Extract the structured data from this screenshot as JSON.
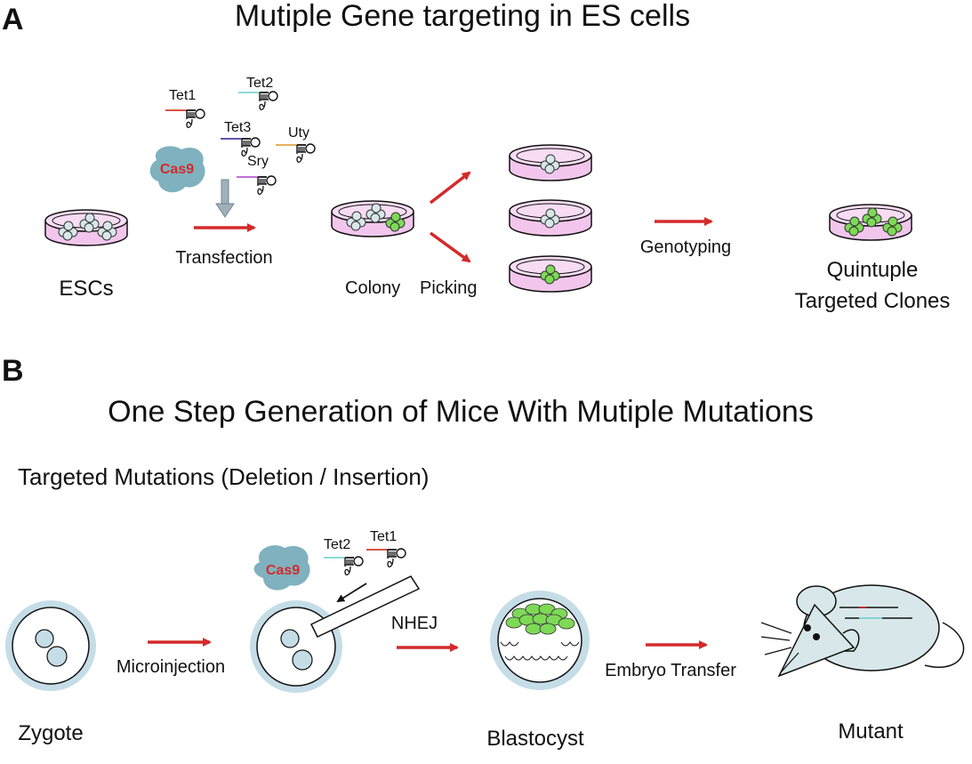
{
  "panelA": {
    "letter": "A",
    "title": "Mutiple Gene targeting in ES cells",
    "guides": [
      "Tet1",
      "Tet2",
      "Tet3",
      "Uty",
      "Sry"
    ],
    "enzyme": "Cas9",
    "labels": {
      "escs": "ESCs",
      "transfection": "Transfection",
      "colony": "Colony",
      "picking": "Picking",
      "genotyping": "Genotyping",
      "result_line1": "Quintuple",
      "result_line2": "Targeted Clones"
    }
  },
  "panelB": {
    "letter": "B",
    "title": "One Step Generation of Mice With Mutiple Mutations",
    "subtitle": "Targeted Mutations (Deletion / Insertion)",
    "guides": [
      "Tet2",
      "Tet1"
    ],
    "enzyme": "Cas9",
    "labels": {
      "microinjection": "Microinjection",
      "nhej": "NHEJ",
      "embryo_transfer": "Embryo Transfer",
      "zygote": "Zygote",
      "blastocyst": "Blastocyst",
      "mutant": "Mutant"
    }
  },
  "colors": {
    "arrow": "#d42a2a",
    "dish_media": "#f2c6ec",
    "cas9_blob": "#7fb1be",
    "zona": "#c5dde7",
    "targeted_cells": "#7ed957",
    "unedited_cells": "#d8e8ea"
  }
}
